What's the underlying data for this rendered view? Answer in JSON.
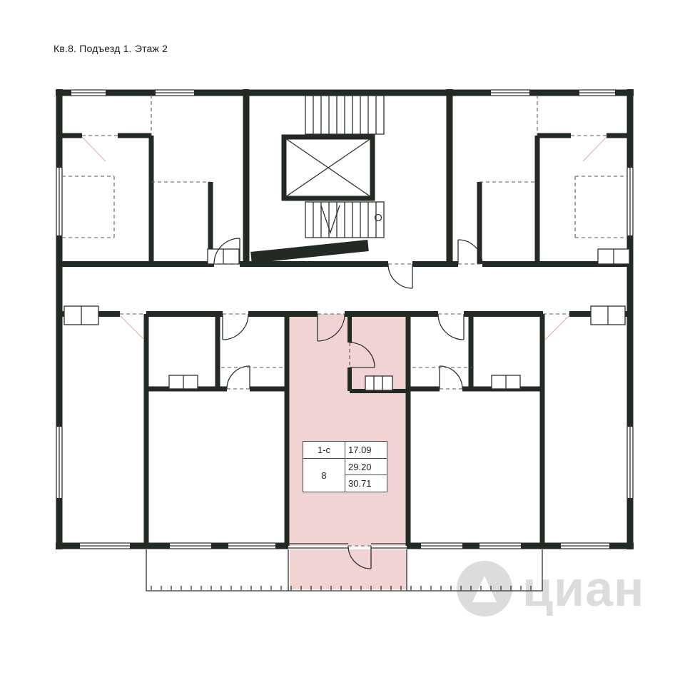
{
  "page": {
    "title": "Кв.8. Подъезд 1. Этаж 2"
  },
  "plan": {
    "highlight_color": "#f2d3d3",
    "wall_color": "#232a23",
    "line_color": "#2e342e",
    "door_swing_color": "#e5acac",
    "label_box": {
      "type": "1-с",
      "number": "8",
      "areas": [
        "17.09",
        "29.20",
        "30.71"
      ]
    }
  },
  "watermark": {
    "text": "циан",
    "color": "#dcdcdc"
  }
}
